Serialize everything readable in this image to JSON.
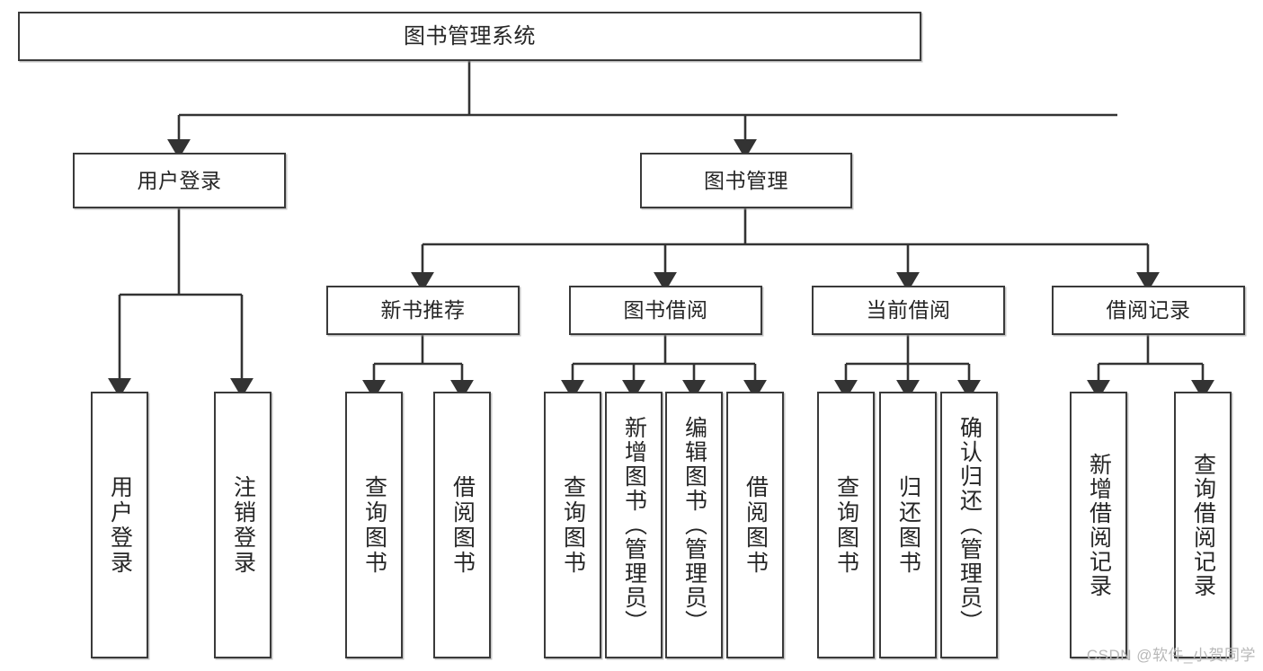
{
  "diagram": {
    "title": "图书管理系统",
    "type": "tree-hierarchy-chart",
    "colors": {
      "box_border": "#3a3a3a",
      "box_fill": "#ffffff",
      "edge": "#333333",
      "text": "#262626",
      "watermark": "#b8b8b8",
      "background": "#ffffff"
    },
    "nodes": {
      "root": {
        "label": "图书管理系统"
      },
      "user_login": {
        "label": "用户登录"
      },
      "book_manage": {
        "label": "图书管理"
      },
      "new_book_rec": {
        "label": "新书推荐"
      },
      "book_borrow": {
        "label": "图书借阅"
      },
      "current_borrow": {
        "label": "当前借阅"
      },
      "borrow_record": {
        "label": "借阅记录"
      },
      "leaf_user_login": {
        "label": "用户登录"
      },
      "leaf_logout": {
        "label": "注销登录"
      },
      "leaf_query_book_1": {
        "label": "查询图书"
      },
      "leaf_borrow_book_1": {
        "label": "借阅图书"
      },
      "leaf_query_book_2": {
        "label": "查询图书"
      },
      "leaf_add_book": {
        "label": "新增图书（管理员）"
      },
      "leaf_edit_book": {
        "label": "编辑图书（管理员）"
      },
      "leaf_borrow_book_2": {
        "label": "借阅图书"
      },
      "leaf_query_book_3": {
        "label": "查询图书"
      },
      "leaf_return_book": {
        "label": "归还图书"
      },
      "leaf_confirm_return": {
        "label": "确认归还（管理员）"
      },
      "leaf_add_record": {
        "label": "新增借阅记录"
      },
      "leaf_query_record": {
        "label": "查询借阅记录"
      }
    },
    "edges": [
      {
        "from": "root",
        "to": "user_login"
      },
      {
        "from": "root",
        "to": "book_manage"
      },
      {
        "from": "user_login",
        "to": "leaf_user_login"
      },
      {
        "from": "user_login",
        "to": "leaf_logout"
      },
      {
        "from": "book_manage",
        "to": "new_book_rec"
      },
      {
        "from": "book_manage",
        "to": "book_borrow"
      },
      {
        "from": "book_manage",
        "to": "current_borrow"
      },
      {
        "from": "book_manage",
        "to": "borrow_record"
      },
      {
        "from": "new_book_rec",
        "to": "leaf_query_book_1"
      },
      {
        "from": "new_book_rec",
        "to": "leaf_borrow_book_1"
      },
      {
        "from": "book_borrow",
        "to": "leaf_query_book_2"
      },
      {
        "from": "book_borrow",
        "to": "leaf_add_book"
      },
      {
        "from": "book_borrow",
        "to": "leaf_edit_book"
      },
      {
        "from": "book_borrow",
        "to": "leaf_borrow_book_2"
      },
      {
        "from": "current_borrow",
        "to": "leaf_query_book_3"
      },
      {
        "from": "current_borrow",
        "to": "leaf_return_book"
      },
      {
        "from": "current_borrow",
        "to": "leaf_confirm_return"
      },
      {
        "from": "borrow_record",
        "to": "leaf_add_record"
      },
      {
        "from": "borrow_record",
        "to": "leaf_query_record"
      }
    ]
  },
  "watermark": {
    "text": "CSDN @软件_小贺同学"
  }
}
